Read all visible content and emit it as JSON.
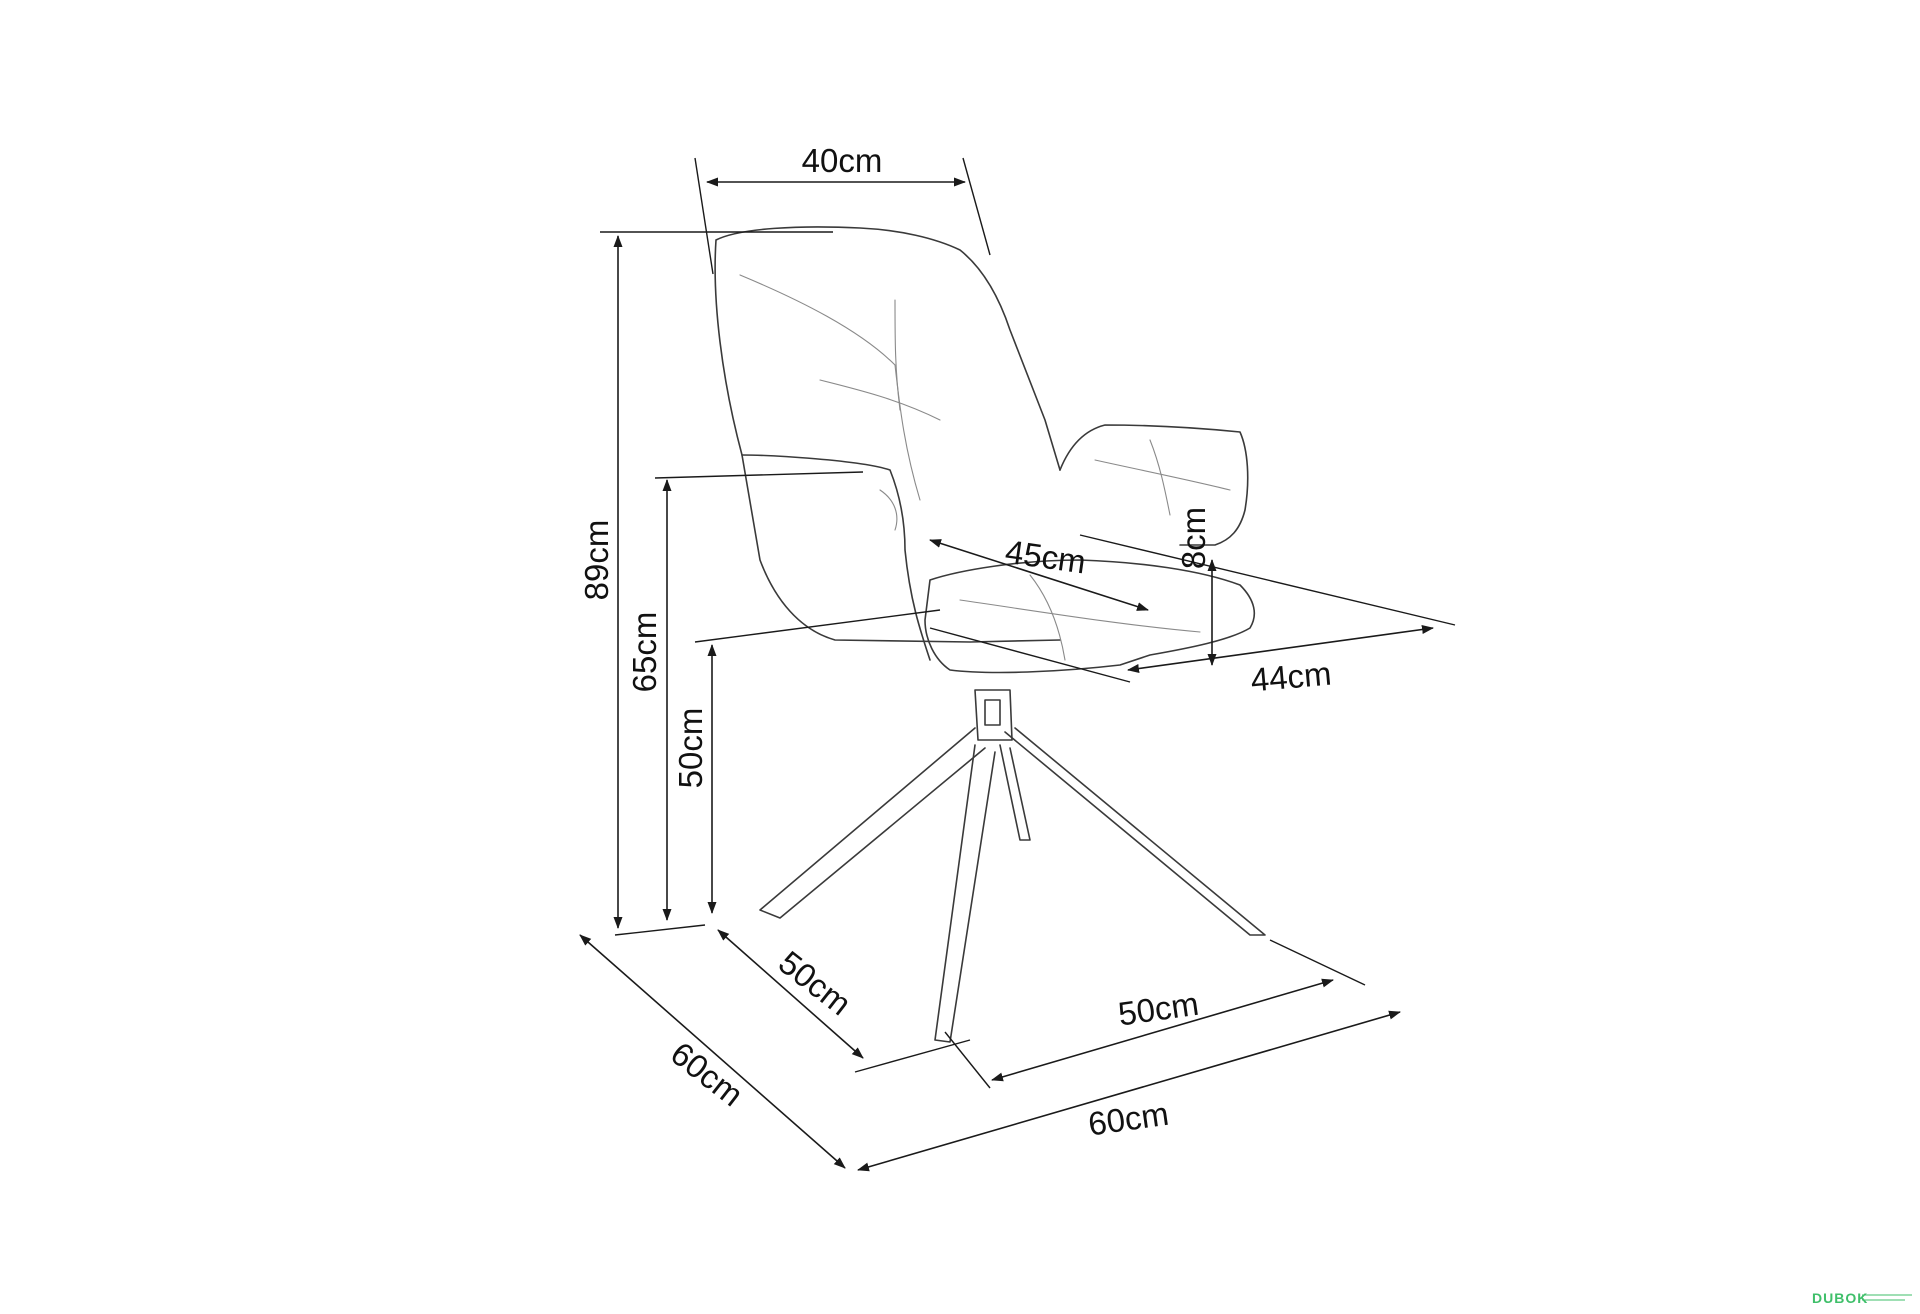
{
  "dimensions": {
    "backrest_width": "40cm",
    "total_height": "89cm",
    "armrest_height": "65cm",
    "seat_height": "50cm",
    "seat_depth": "45cm",
    "armrest_above_seat": "8cm",
    "seat_width": "44cm",
    "base_depth": "50cm",
    "base_width": "50cm",
    "overall_depth": "60cm",
    "overall_width": "60cm"
  },
  "watermark": {
    "text": "DUBOK",
    "color": "#3fbf6a"
  }
}
